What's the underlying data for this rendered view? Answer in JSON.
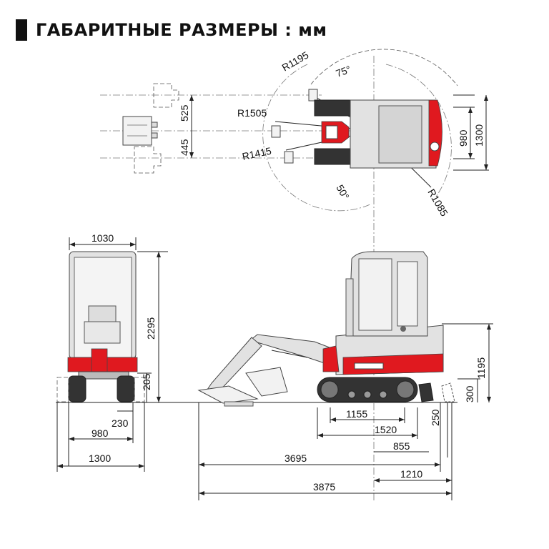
{
  "title": "ГАБАРИТНЫЕ РАЗМЕРЫ : мм",
  "colors": {
    "accent_red": "#e0191f",
    "body_gray": "#e2e2e2",
    "track_dark": "#333333"
  },
  "top_view": {
    "radius_1195": "R1195",
    "angle_75": "75°",
    "radius_1505": "R1505",
    "radius_1415": "R1415",
    "angle_50": "50°",
    "radius_1085": "R1085",
    "offset_525": "525",
    "offset_445": "445",
    "width_980": "980",
    "width_1300": "1300"
  },
  "front_view": {
    "width_1030": "1030",
    "height_2295": "2295",
    "clearance_205": "205",
    "dim_230": "230",
    "dim_980": "980",
    "dim_1300": "1300"
  },
  "side_view": {
    "height_1195": "1195",
    "blade_300": "300",
    "dim_250": "250",
    "track_1155": "1155",
    "track_1520": "1520",
    "dim_855": "855",
    "length_3695": "3695",
    "tail_1210": "1210",
    "length_3875": "3875"
  }
}
